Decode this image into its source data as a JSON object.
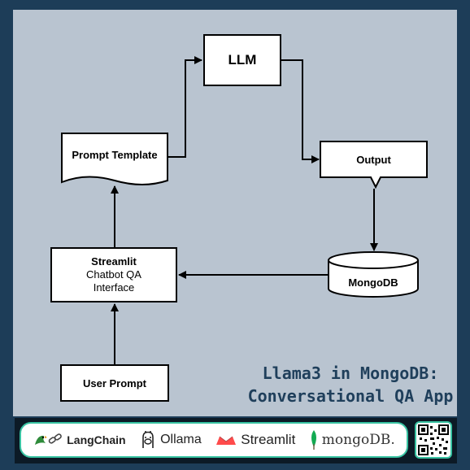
{
  "nodes": {
    "llm": {
      "label": "LLM"
    },
    "prompt_template": {
      "label": "Prompt Template"
    },
    "output": {
      "label": "Output"
    },
    "streamlit": {
      "line1": "Streamlit",
      "line2": "Chatbot QA",
      "line3": "Interface"
    },
    "mongodb": {
      "label": "MongoDB"
    },
    "user_prompt": {
      "label": "User Prompt"
    }
  },
  "title": {
    "line1": "Llama3 in MongoDB:",
    "line2": "Conversational QA App"
  },
  "footer": {
    "logos": [
      {
        "icon": "parrot-link-icon",
        "label": "LangChain"
      },
      {
        "icon": "llama-icon",
        "label": "Ollama"
      },
      {
        "icon": "crown-icon",
        "label": "Streamlit"
      },
      {
        "icon": "leaf-icon",
        "label": "mongoDB."
      }
    ],
    "qr_icon": "qr-code-icon"
  },
  "colors": {
    "background": "#1d3d58",
    "canvas": "#b9c4d0",
    "title": "#1f3f5b",
    "accent": "#38c3a2"
  }
}
